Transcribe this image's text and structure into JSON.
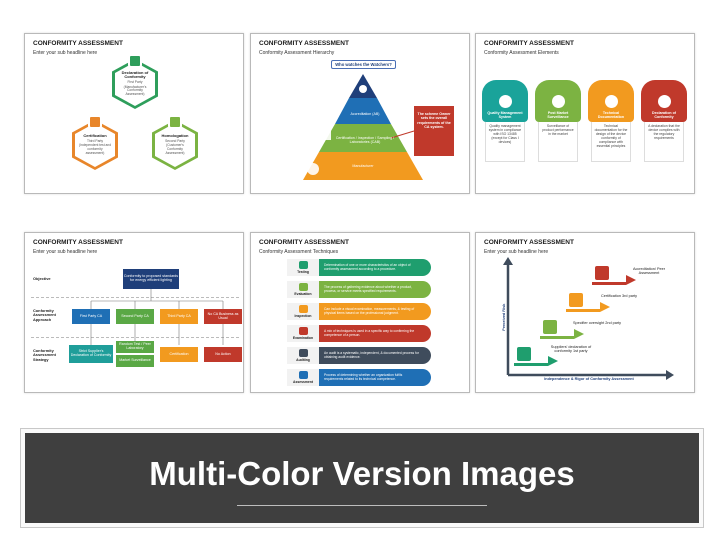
{
  "slides": [
    {
      "title": "CONFORMITY ASSESSMENT",
      "subtitle": "Enter your sub headline here",
      "hexagons": [
        {
          "label": "Declaration of Conformity",
          "party": "First Party",
          "desc": "(Manufacturer's Conformity Assessment)",
          "color": "#2e9e5b"
        },
        {
          "label": "Certification",
          "party": "Third Party",
          "desc": "(Independent test and conformity assessment)",
          "color": "#e8862a"
        },
        {
          "label": "Homologation",
          "party": "Second Party",
          "desc": "(Customer's Conformity Assessment)",
          "color": "#7bb342"
        }
      ]
    },
    {
      "title": "CONFORMITY ASSESSMENT",
      "subtitle": "Conformity Assessment Hierarchy",
      "banner": "Who watches the Watchers?",
      "tiers": [
        "Accreditation (AB)",
        "Certification / Inspection / Sampling / Laboratories (CAB)",
        "Manufacturer"
      ],
      "note": "The scheme Owner sets the overall requirements of the CA system."
    },
    {
      "title": "CONFORMITY ASSESSMENT",
      "subtitle": "Conformity Assessment Elements",
      "elements": [
        {
          "label": "Quality Management System",
          "desc": "Quality management system in compliance with ISO 13485 (except for Class I devices)",
          "color": "#1aa39a"
        },
        {
          "label": "Post Market Surveillance",
          "desc": "Surveillance of product performance in the market",
          "color": "#7cb342"
        },
        {
          "label": "Technical Documentation",
          "desc": "Technical documentation for the design of the device conformity of compliance with essential principles",
          "color": "#f29a1f"
        },
        {
          "label": "Declaration of Conformity",
          "desc": "A declaration that the device complies with the regulatory requirements",
          "color": "#c0392b"
        }
      ]
    },
    {
      "title": "CONFORMITY ASSESSMENT",
      "subtitle": "Enter your sub headline here",
      "rows": [
        "Objective",
        "Conformity Assessment Approach",
        "Conformity Assessment Strategy"
      ],
      "objective": "Conformity to proposed standards for energy efficient lighting",
      "approaches": [
        {
          "label": "First Party CA",
          "color": "#1f9e9a"
        },
        {
          "label": "Second Party CA",
          "color": "#5aa845"
        },
        {
          "label": "Third Party CA",
          "color": "#f29a1f"
        },
        {
          "label": "No CA Business as Usual",
          "color": "#c0392b"
        }
      ],
      "strategies": [
        {
          "label": "Strict Supplier's Declaration of Conformity",
          "color": "#1f9e9a"
        },
        {
          "label": "Random Test / Peer Laboratory",
          "color": "#5aa845"
        },
        {
          "label": "Market Surveillance",
          "color": "#5aa845"
        },
        {
          "label": "Certification",
          "color": "#f29a1f"
        },
        {
          "label": "No Action",
          "color": "#c0392b"
        }
      ]
    },
    {
      "title": "CONFORMITY ASSESSMENT",
      "subtitle": "Conformity Assessment Techniques",
      "techniques": [
        {
          "label": "Testing",
          "desc": "Determination of one or more characteristics of an object of conformity assessment according to a procedure.",
          "color": "#1f9e6e"
        },
        {
          "label": "Evaluation",
          "desc": "The process of gathering evidence about whether a product, process, or service meets specified requirements.",
          "color": "#7cb342"
        },
        {
          "label": "Inspection",
          "desc": "Can include a visual examination, measurements, & testing of physical items based on the professional judgment.",
          "color": "#f29a1f"
        },
        {
          "label": "Examination",
          "desc": "A mix of techniques is used in a specific way to confirming the competence of a person.",
          "color": "#c0392b"
        },
        {
          "label": "Auditing",
          "desc": "An audit is a systematic, independent, & documented process for obtaining audit evidence.",
          "color": "#3f4c5c"
        },
        {
          "label": "Assessment",
          "desc": "Process of determining whether an organization fulfils requirements related to its technical competence.",
          "color": "#1f6fb5"
        }
      ]
    },
    {
      "title": "CONFORMITY ASSESSMENT",
      "subtitle": "Enter your sub headline here",
      "yaxis": "Perceived Risk",
      "xaxis": "Independence & Rigor of Conformity Assessment",
      "steps": [
        {
          "label": "Suppliers' declaration of conformity 1st party",
          "color": "#1f9e6e"
        },
        {
          "label": "Specifier oversight 2nd party",
          "color": "#7cb342"
        },
        {
          "label": "Certification 3rd party",
          "color": "#f29a1f"
        },
        {
          "label": "Accreditation/ Peer Assessment",
          "color": "#c0392b"
        }
      ]
    }
  ],
  "banner": {
    "title": "Multi-Color Version Images"
  }
}
